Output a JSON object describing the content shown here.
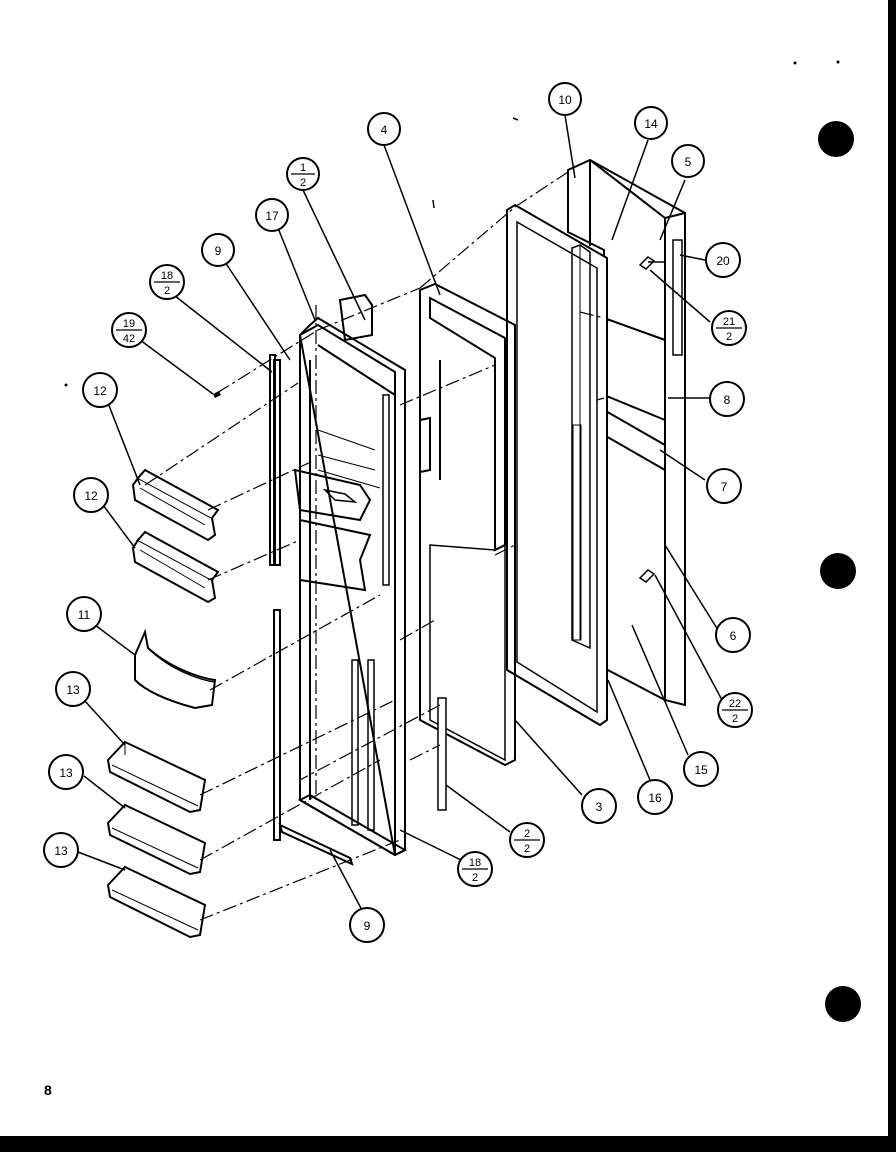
{
  "page": {
    "number": "8"
  },
  "callouts": {
    "c1": {
      "top": "1",
      "bottom": "2"
    },
    "c2b": {
      "top": "2",
      "bottom": "2"
    },
    "c3": "3",
    "c4": "4",
    "c5": "5",
    "c6": "6",
    "c7": "7",
    "c8": "8",
    "c9a": "9",
    "c9b": "9",
    "c10": "10",
    "c11": "11",
    "c12a": "12",
    "c12b": "12",
    "c13a": "13",
    "c13b": "13",
    "c13c": "13",
    "c14": "14",
    "c15": "15",
    "c16": "16",
    "c17": "17",
    "c18a": {
      "top": "18",
      "bottom": "2"
    },
    "c18b": {
      "top": "18",
      "bottom": "2"
    },
    "c19": {
      "top": "19",
      "bottom": "42"
    },
    "c20": "20",
    "c21": {
      "top": "21",
      "bottom": "2"
    },
    "c22": {
      "top": "22",
      "bottom": "2"
    }
  }
}
